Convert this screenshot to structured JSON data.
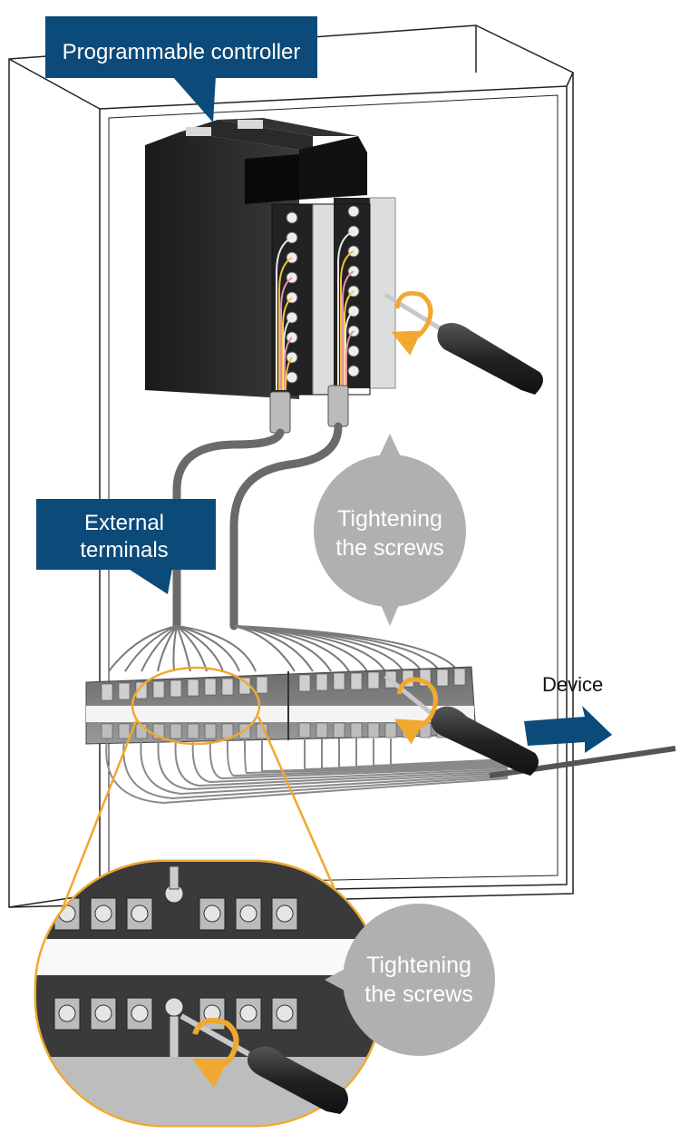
{
  "labels": {
    "programmable_controller": "Programmable controller",
    "external_terminals_line1": "External",
    "external_terminals_line2": "terminals",
    "tightening_top_line1": "Tightening",
    "tightening_top_line2": "the screws",
    "tightening_bottom_line1": "Tightening",
    "tightening_bottom_line2": "the screws",
    "device": "Device"
  },
  "colors": {
    "callout_navy": "#0c4a7a",
    "bubble_gray": "#b0b0b0",
    "highlight_orange": "#f0a830",
    "device_arrow": "#0c4a7a",
    "wire_gray": "#8a8a8a"
  },
  "icons": [
    "screwdriver-icon",
    "rotate-arrow-icon",
    "terminal-screw-icon"
  ]
}
